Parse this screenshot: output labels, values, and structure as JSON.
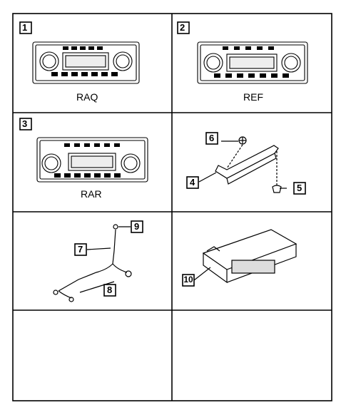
{
  "panels": [
    {
      "number": "1",
      "caption": "RAQ"
    },
    {
      "number": "2",
      "caption": "REF"
    },
    {
      "number": "3",
      "caption": "RAR"
    },
    {
      "callouts": [
        "6",
        "4",
        "5"
      ]
    },
    {
      "callouts": [
        "9",
        "7",
        "8"
      ]
    },
    {
      "callouts": [
        "10"
      ]
    },
    {},
    {}
  ]
}
